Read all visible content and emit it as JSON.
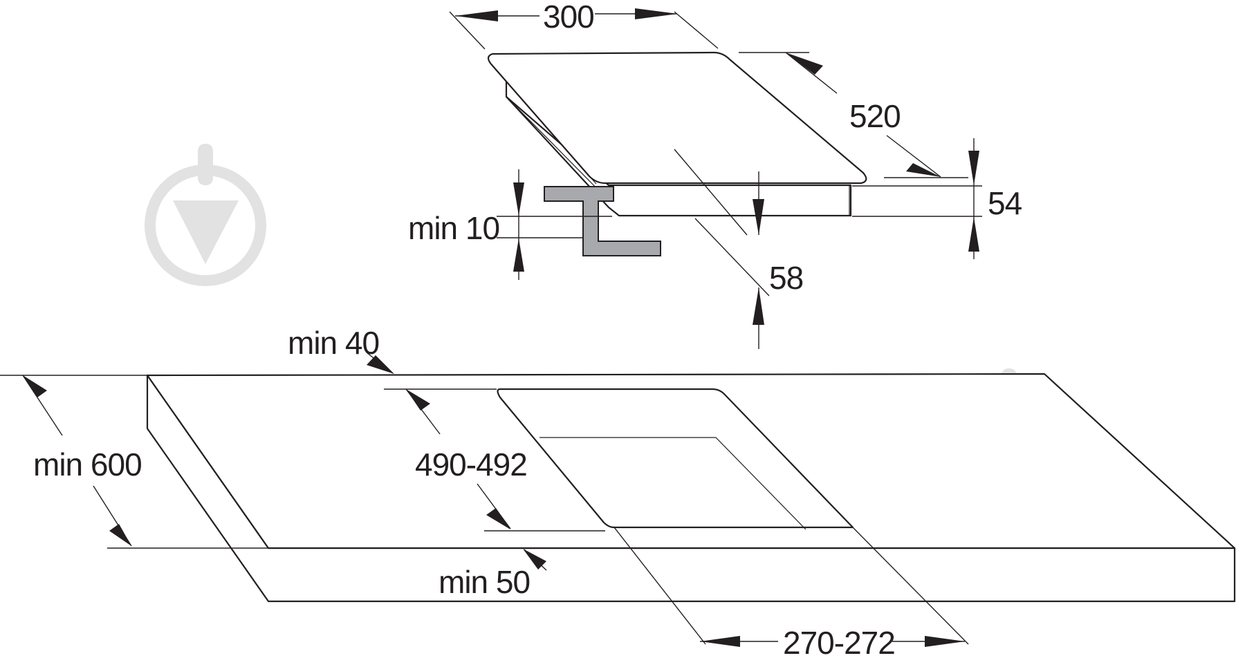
{
  "diagram": {
    "labels": {
      "width_300": "300",
      "depth_520": "520",
      "height_54": "54",
      "min_10": "min 10",
      "depth_58": "58",
      "min_40": "min 40",
      "min_600": "min 600",
      "cutout_490_492": "490-492",
      "min_50": "min 50",
      "cutout_270_272": "270-272"
    },
    "colors": {
      "line": "#231f20",
      "bracket": "#a7a9ac",
      "watermark": "#e2e2e2"
    },
    "icons": [
      "watermark-icon-left",
      "watermark-icon-right"
    ]
  }
}
